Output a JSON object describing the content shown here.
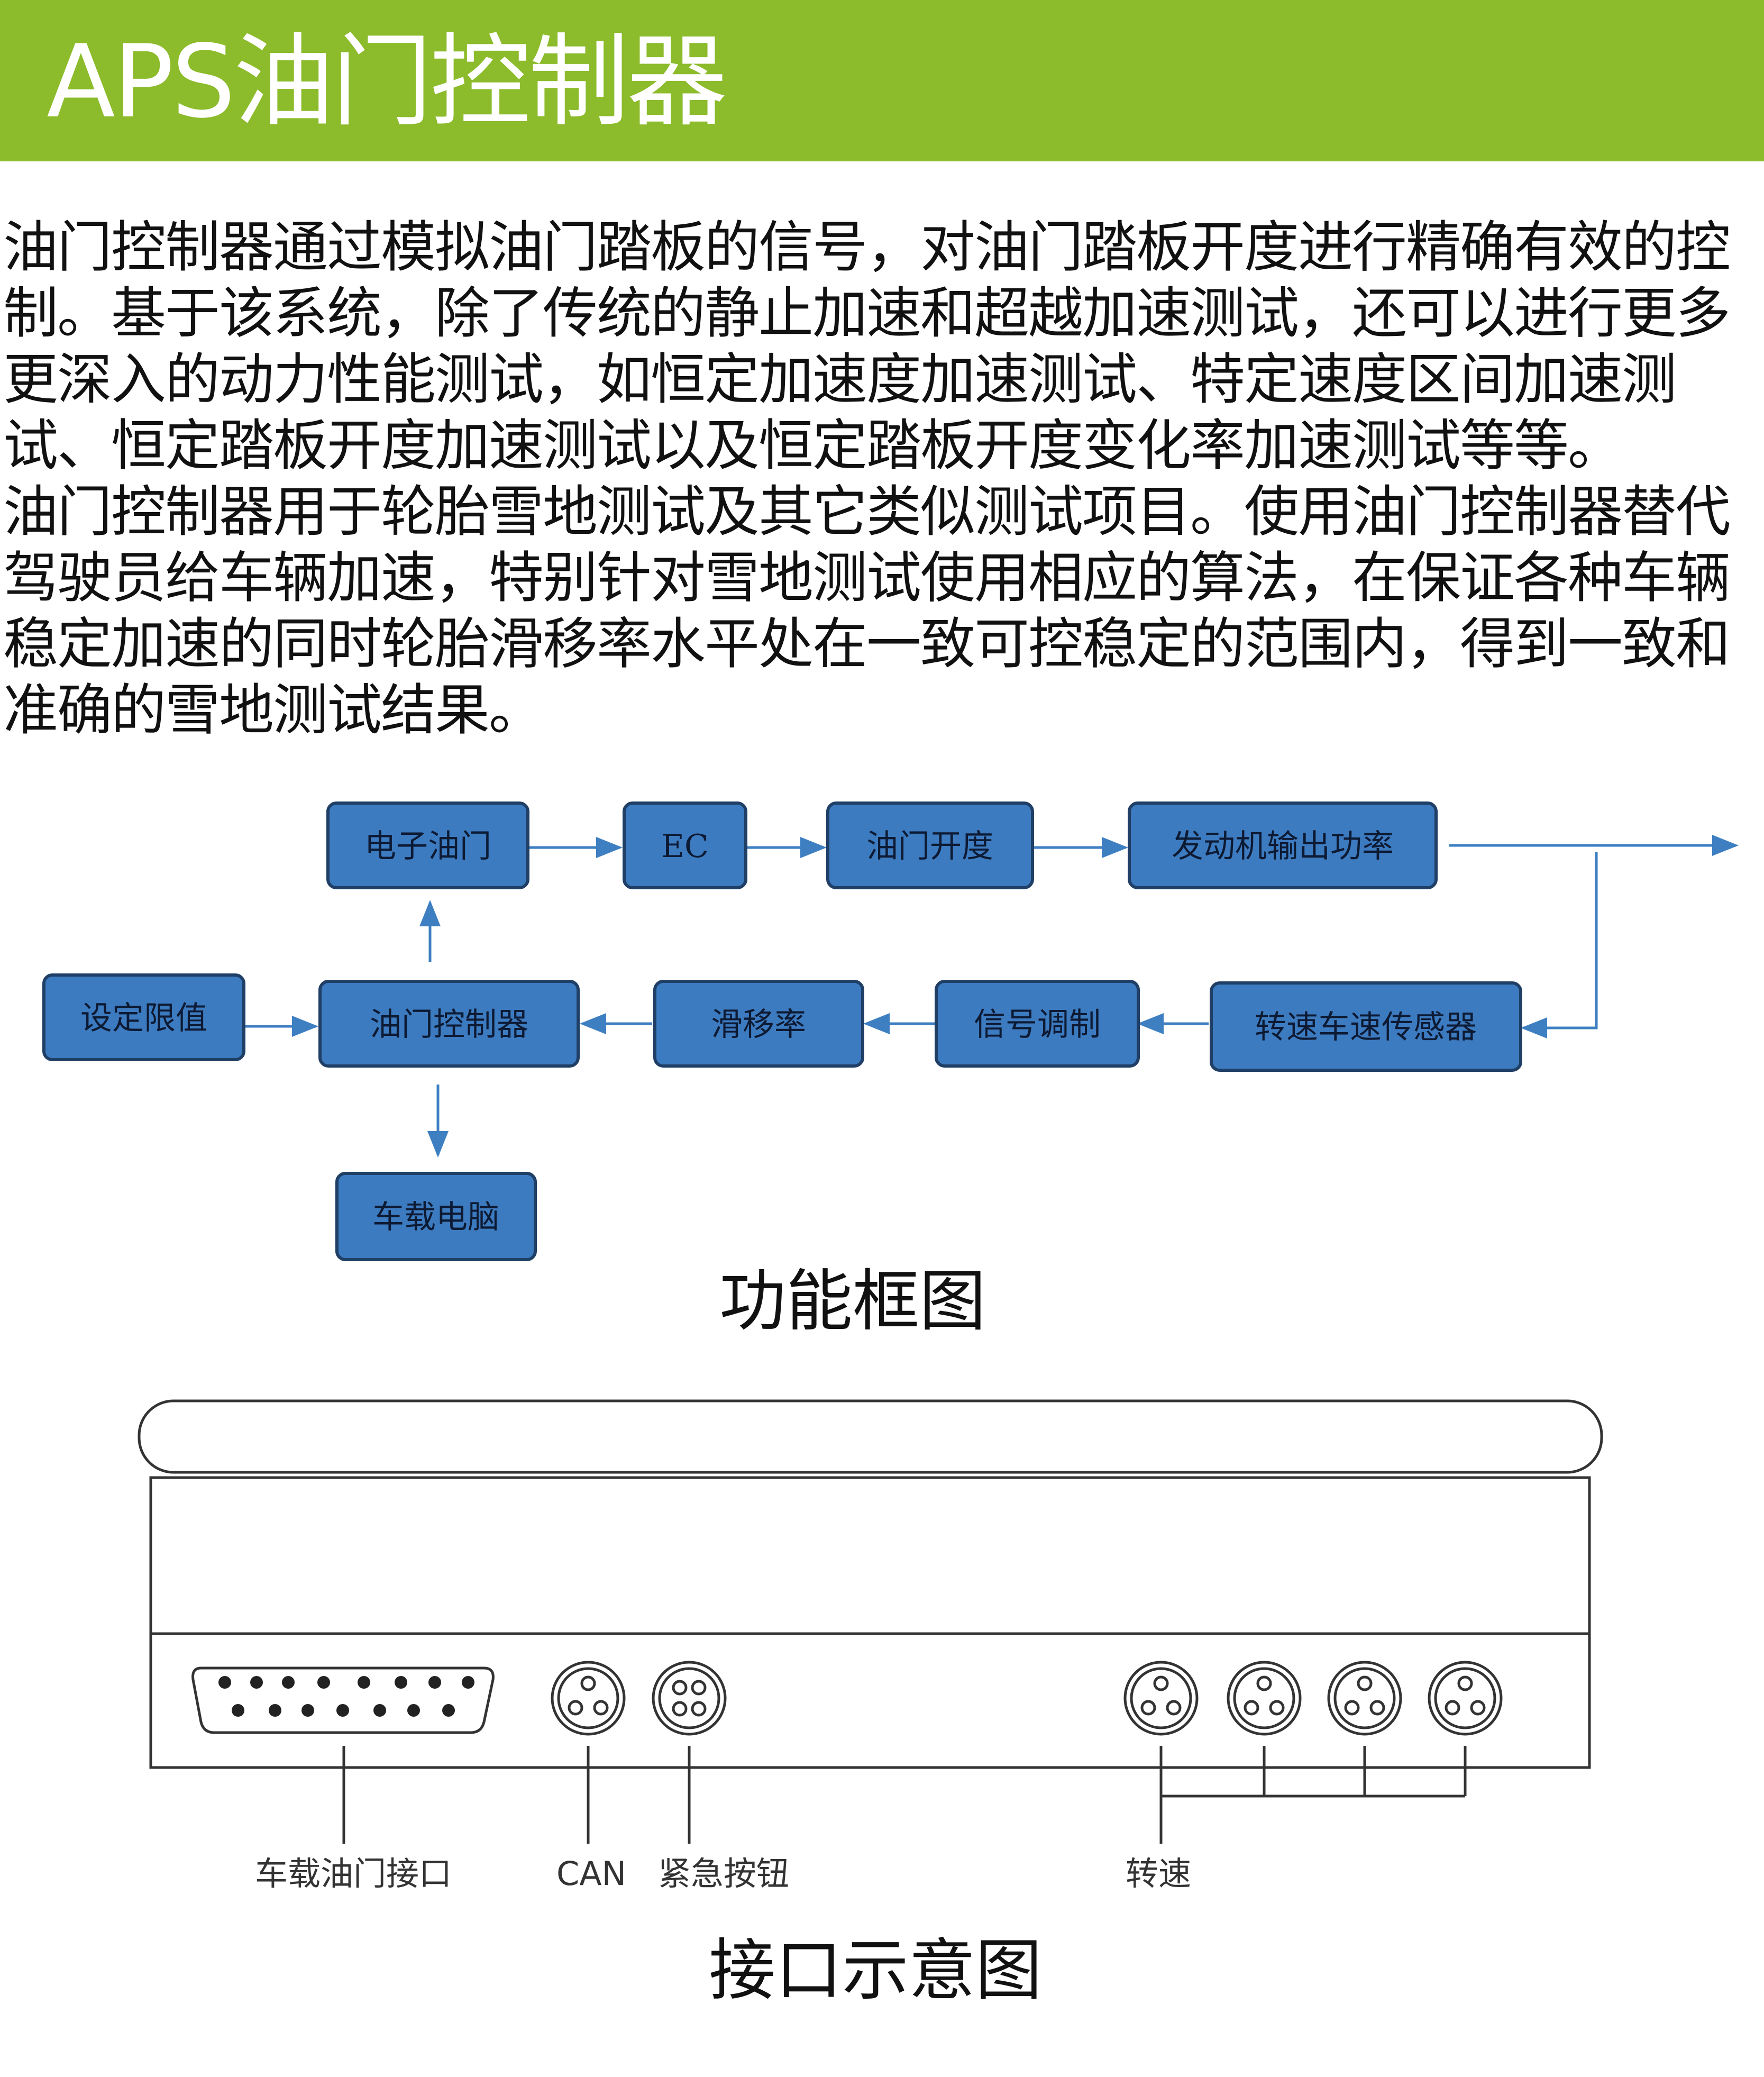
{
  "header": {
    "title": "APS油门控制器",
    "bg_color": "#8cbb2b"
  },
  "intro_lines": [
    "油门控制器通过模拟油门踏板的信号，对油门踏板开度进行精确有效的控",
    "制。基于该系统，除了传统的静止加速和超越加速测试，还可以进行更多",
    "更深入的动力性能测试，如恒定加速度加速测试、特定速度区间加速测",
    "试、恒定踏板开度加速测试以及恒定踏板开度变化率加速测试等等。",
    "油门控制器用于轮胎雪地测试及其它类似测试项目。使用油门控制器替代",
    "驾驶员给车辆加速，特别针对雪地测试使用相应的算法，在保证各种车辆",
    "稳定加速的同时轮胎滑移率水平处在一致可控稳定的范围内，得到一致和",
    "准确的雪地测试结果。"
  ],
  "diagram": {
    "box_color": "#3d7bc0",
    "nodes": {
      "electronic_throttle": "电子油门",
      "ec": "EC",
      "throttle_opening": "油门开度",
      "engine_power": "发动机输出功率",
      "set_limit": "设定限值",
      "throttle_controller": "油门控制器",
      "slip_rate": "滑移率",
      "signal_modulation": "信号调制",
      "speed_sensor": "转速车速传感器",
      "onboard_computer": "车载电脑"
    },
    "caption": "功能框图"
  },
  "interface": {
    "labels": {
      "throttle_port": "车载油门接口",
      "can": "CAN",
      "emergency_button": "紧急按钮",
      "speed": "转速"
    },
    "caption": "接口示意图"
  }
}
